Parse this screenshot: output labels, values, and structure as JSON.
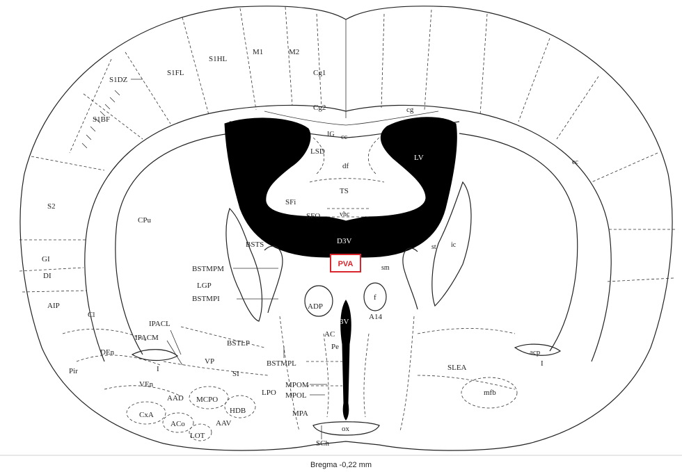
{
  "caption": "Bregma -0,22 mm",
  "highlight": {
    "label": "PVA",
    "color": "#d9252b"
  },
  "labels": {
    "S1DZ": "S1DZ",
    "S1FL": "S1FL",
    "S1HL": "S1HL",
    "M1": "M1",
    "M2": "M2",
    "Cg1": "Cg1",
    "Cg2": "Cg2",
    "cg": "cg",
    "S1BF": "S1BF",
    "IG": "IG",
    "cc": "cc",
    "LSD": "LSD",
    "LV": "LV",
    "ec": "ec",
    "df": "df",
    "TS": "TS",
    "S2": "S2",
    "CPu": "CPu",
    "SFi": "SFi",
    "SFO": "SFO",
    "vhc": "vhc",
    "D3V": "D3V",
    "BSTS": "BSTS",
    "st": "st",
    "ic": "ic",
    "GI": "GI",
    "DI": "DI",
    "BSTMPM": "BSTMPM",
    "LGP": "LGP",
    "sm": "sm",
    "BSTMPI": "BSTMPI",
    "AIP": "AIP",
    "ADP": "ADP",
    "f": "f",
    "Cl": "Cl",
    "3V": "3V",
    "A14": "A14",
    "IPACL": "IPACL",
    "AC": "AC",
    "IPACM": "IPACM",
    "BSTLP": "BSTLP",
    "Pe": "Pe",
    "DEn": "DEn",
    "acp": "acp",
    "I_left": "I",
    "I_right": "I",
    "VP": "VP",
    "BSTMPL": "BSTMPL",
    "Pir": "Pir",
    "SI": "SI",
    "SLEA": "SLEA",
    "VEn": "VEn",
    "MPOM": "MPOM",
    "AAD": "AAD",
    "MCPO": "MCPO",
    "LPO": "LPO",
    "MPOL": "MPOL",
    "mfb": "mfb",
    "CxA": "CxA",
    "HDB": "HDB",
    "MPA": "MPA",
    "ACo": "ACo",
    "AAV": "AAV",
    "ox": "ox",
    "LOT": "LOT",
    "SCh": "SCh"
  }
}
